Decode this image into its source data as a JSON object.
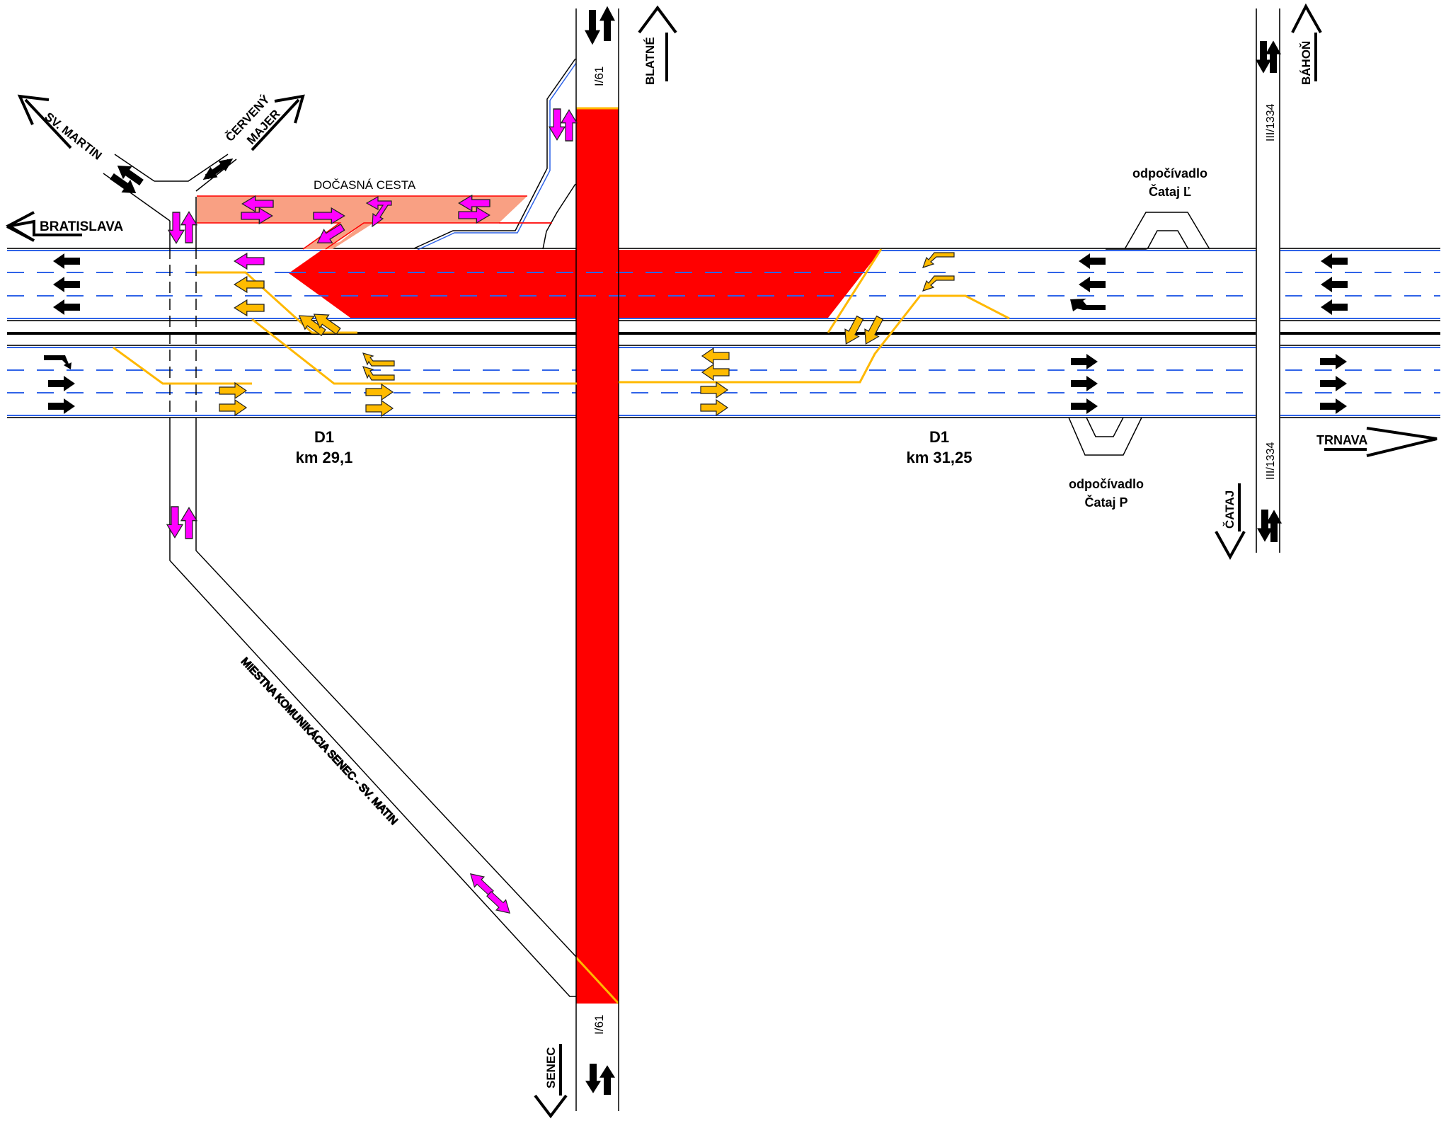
{
  "title": "Traffic diversion diagram – D1 motorway, I/61 bridge closure",
  "colors": {
    "closure_red": "#ff0000",
    "temporary_road_fill": "#f9a083",
    "temporary_road_edge": "#ff0000",
    "detour_yellow": "#ffb800",
    "detour_arrow_fill": "#ffbb00",
    "local_traffic_magenta": "#ff00ff",
    "lane_dash_blue": "#2f63e8",
    "edge_dark": "#333333"
  },
  "directions": {
    "bratislava": "BRATISLAVA",
    "trnava": "TRNAVA",
    "sv_martin": "SV. MARTIN",
    "cerveny_majer_line1": "ČERVENÝ",
    "cerveny_majer_line2": "MAJER",
    "blatne": "BLATNÉ",
    "senec": "SENEC",
    "bahon": "BÁHOŇ",
    "cataj": "ČATAJ"
  },
  "roads": {
    "i61_top": "I/61",
    "i61_bottom": "I/61",
    "iii1334_top": "III/1334",
    "iii1334_bottom": "III/1334",
    "temporary_road": "DOČASNÁ CESTA",
    "local_road": "MIESTNA KOMUNIKÁCIA SENEC - SV. MATIN"
  },
  "motorway_points": [
    {
      "road": "D1",
      "km": "km 29,1"
    },
    {
      "road": "D1",
      "km": "km 31,25"
    }
  ],
  "rest_areas": [
    {
      "line1": "odpočívadlo",
      "line2": "Čataj Ľ"
    },
    {
      "line1": "odpočívadlo",
      "line2": "Čataj P"
    }
  ],
  "legend_semantics": {
    "red_area": "closed section",
    "yellow_arrows": "detour traffic flow",
    "magenta_arrows": "local / temporary road traffic",
    "black_arrows": "regular traffic flow"
  }
}
